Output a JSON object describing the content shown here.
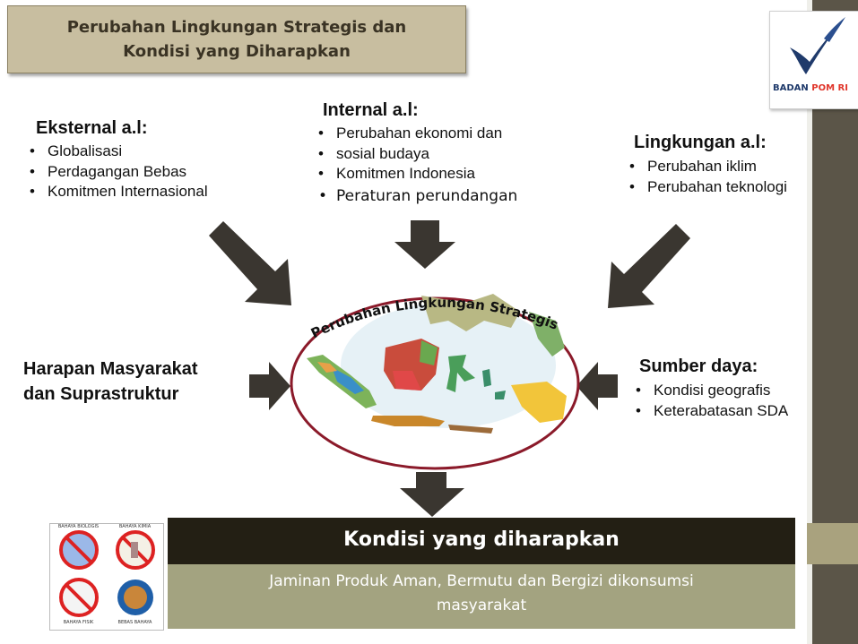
{
  "title": {
    "line1": "Perubahan Lingkungan Strategis dan",
    "line2": "Kondisi yang Diharapkan"
  },
  "logo": {
    "text_main": "BADAN ",
    "text_accent": "POM RI"
  },
  "eksternal": {
    "heading": "Eksternal a.l:",
    "items": [
      "Globalisasi",
      "Perdagangan Bebas",
      "Komitmen Internasional"
    ]
  },
  "internal": {
    "heading": "Internal a.l:",
    "items": [
      "Perubahan ekonomi dan",
      "sosial  budaya",
      "Komitmen Indonesia",
      "Peraturan perundangan"
    ]
  },
  "lingkungan": {
    "heading": "Lingkungan a.l:",
    "items": [
      "Perubahan iklim",
      "Perubahan teknologi"
    ]
  },
  "harapan": {
    "line1": "Harapan Masyarakat",
    "line2": "dan Suprastruktur"
  },
  "sumber": {
    "heading": "Sumber daya:",
    "items": [
      "Kondisi geografis",
      "Keterabatasan SDA"
    ]
  },
  "center": {
    "arc_text": "Perubahan Lingkungan Strategis"
  },
  "kondisi": {
    "title": "Kondisi yang diharapkan",
    "line1": "Jaminan Produk Aman, Bermutu  dan Bergizi dikonsumsi",
    "line2": "masyarakat"
  },
  "icons": {
    "tl": "BAHAYA BIOLOGIS",
    "tr": "BAHAYA KIMIA",
    "bl": "BAHAYA FISIK",
    "br": "BEBAS BAHAYA"
  },
  "colors": {
    "title_bg": "#c8bea0",
    "dark_bar": "#231f14",
    "olive_bar": "#a3a380",
    "side": "#5b5548",
    "arrow": "#3a3630",
    "ellipse": "#8b1a2a"
  }
}
